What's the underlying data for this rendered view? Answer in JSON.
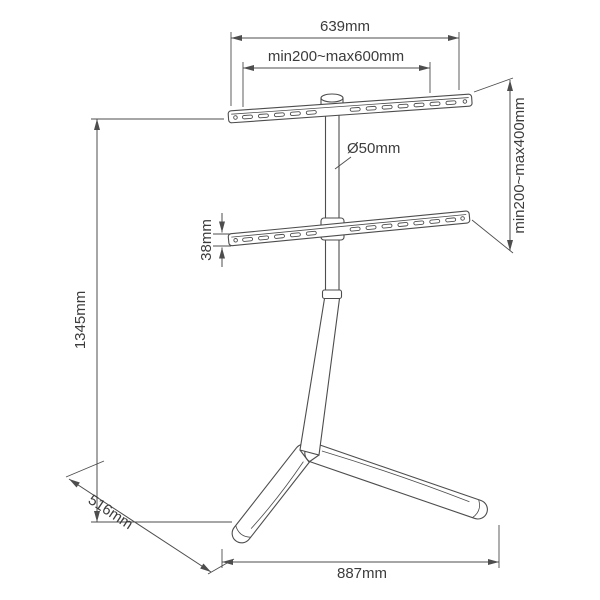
{
  "drawing": {
    "line_color": "#4d4d4d",
    "text_color": "#3c3c3c",
    "background_color": "#ffffff",
    "dimensions": {
      "top_width": "639mm",
      "vesa_width_range": "min200~max600mm",
      "vesa_height_range": "min200~max400mm",
      "pole_diameter": "Ø50mm",
      "bracket_thickness": "38mm",
      "total_height": "1345mm",
      "base_depth": "516mm",
      "base_width": "887mm"
    }
  }
}
